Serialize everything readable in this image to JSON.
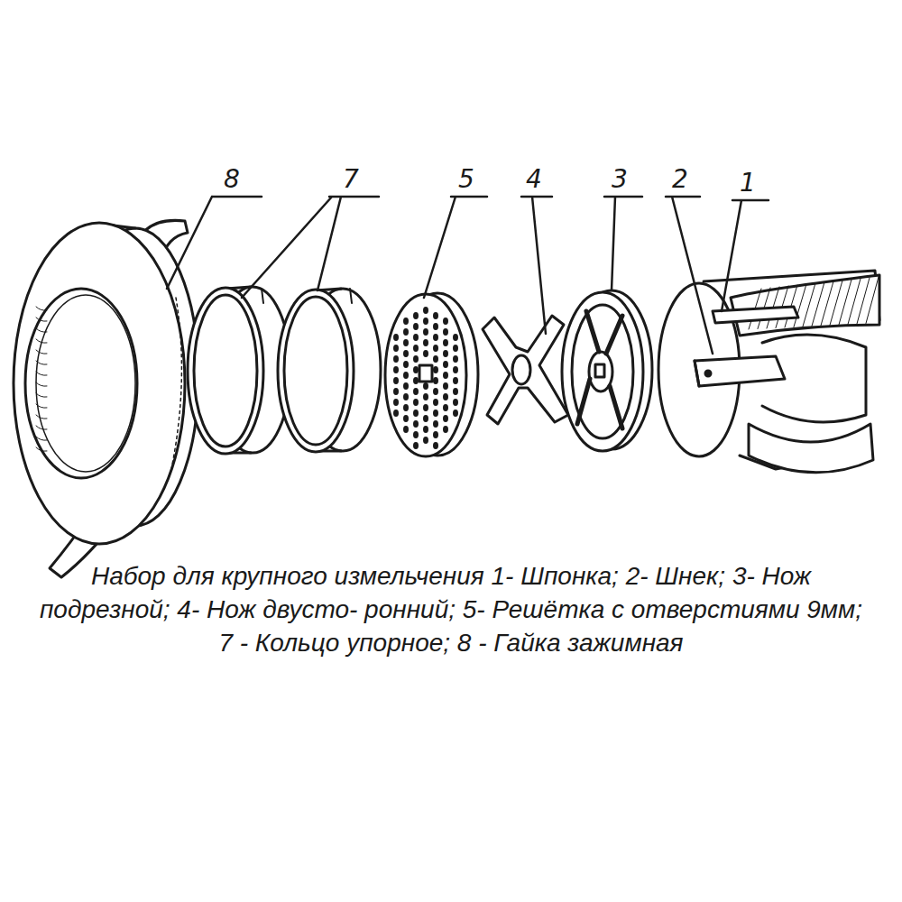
{
  "diagram": {
    "caption": "Набор для крупного измельчения 1- Шпонка; 2- Шнек; 3- Нож подрезной; 4- Нож двусто- ронний; 5- Решётка с отверстиями 9мм; 7 - Кольцо упорное; 8 - Гайка зажимная",
    "labels": [
      "8",
      "7",
      "5",
      "4",
      "3",
      "2",
      "1"
    ]
  }
}
